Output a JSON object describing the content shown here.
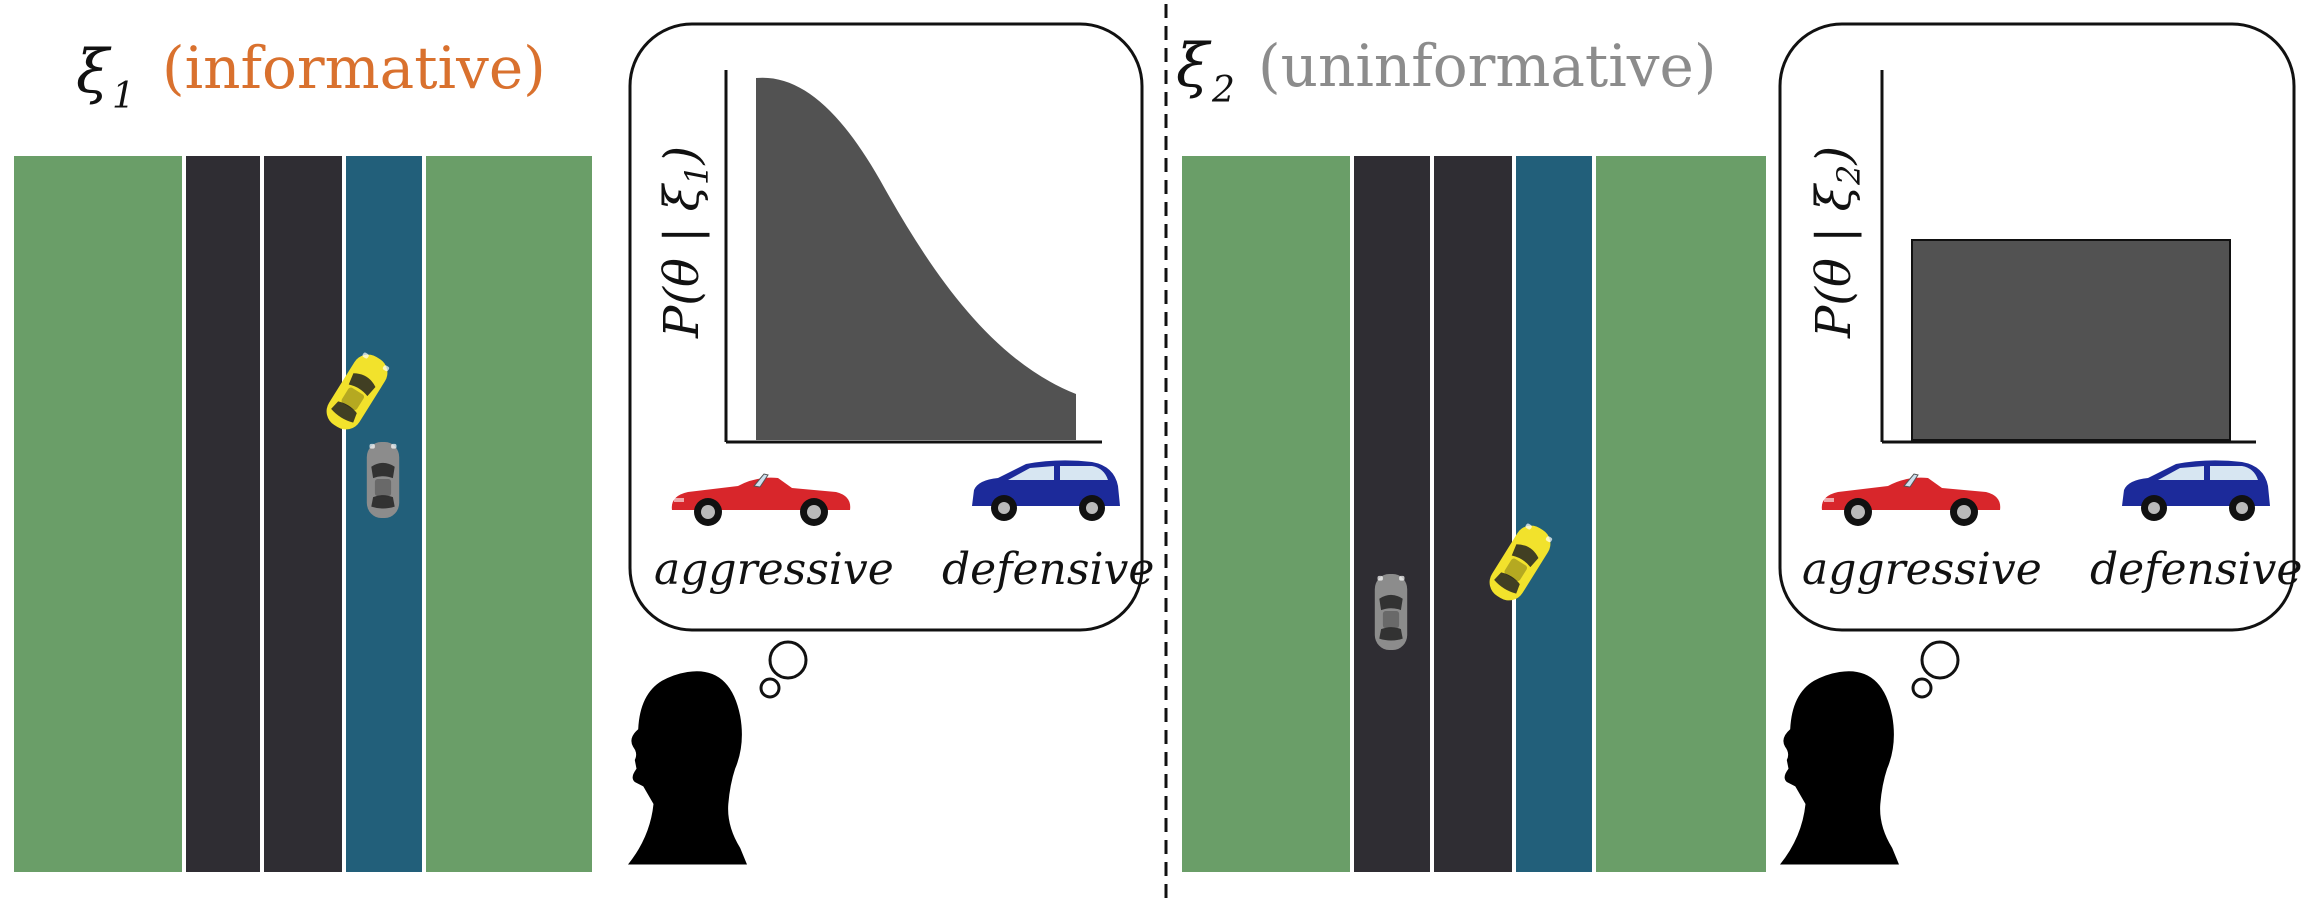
{
  "panels": [
    {
      "symbol": "ξ",
      "subscript": "1",
      "label": "(informative)",
      "label_color": "#d9712e",
      "ylabel": "P(θ | ξ",
      "ylabel_sub": "1",
      "ylabel_close": ")",
      "distribution": "decreasing",
      "left_caption": "aggressive",
      "right_caption": "defensive"
    },
    {
      "symbol": "ξ",
      "subscript": "2",
      "label": "(uninformative)",
      "label_color": "#8c8c8c",
      "ylabel": "P(θ | ξ",
      "ylabel_sub": "2",
      "ylabel_close": ")",
      "distribution": "uniform",
      "left_caption": "aggressive",
      "right_caption": "defensive"
    }
  ],
  "colors": {
    "grass": "#6a9e68",
    "road": "#2f2d33",
    "lane_highlight": "#225f7a",
    "lane_line": "#ffffff",
    "bar_fill": "#525252",
    "aggressive_car": "#d8262b",
    "defensive_car": "#1c2a9a",
    "robot_car": "#f2e22c",
    "human_car": "#8c8c8c",
    "silhouette": "#000000"
  },
  "icons": {
    "aggressive": "red-convertible-icon",
    "defensive": "blue-hatchback-icon",
    "human": "human-head-silhouette-icon",
    "thought": "thought-bubble-icon"
  }
}
